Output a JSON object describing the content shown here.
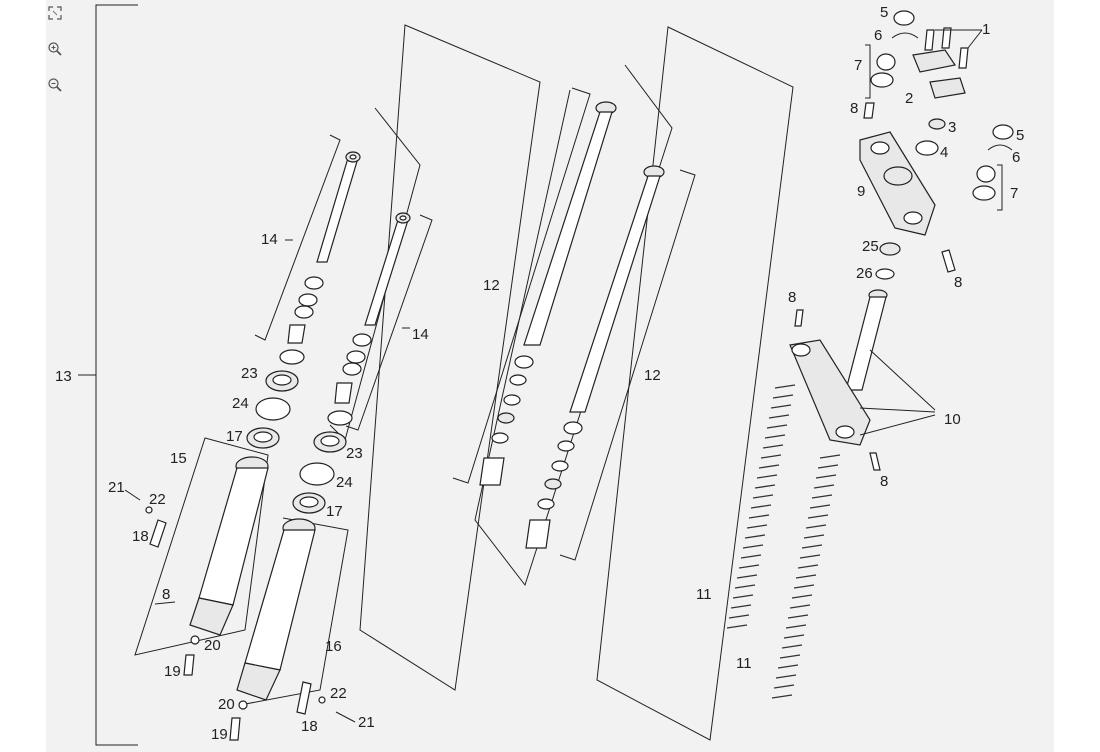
{
  "toolbar": {
    "tools": [
      {
        "name": "fullscreen-icon"
      },
      {
        "name": "zoom-in-icon"
      },
      {
        "name": "zoom-out-icon"
      }
    ]
  },
  "labels": {
    "l1": "1",
    "l2": "2",
    "l3": "3",
    "l4": "4",
    "l5": "5",
    "l6": "6",
    "l7": "7",
    "l8": "8",
    "l9": "9",
    "l10": "10",
    "l11": "11",
    "l12": "12",
    "l13": "13",
    "l14": "14",
    "l15": "15",
    "l16": "16",
    "l17": "17",
    "l18": "18",
    "l19": "19",
    "l20": "20",
    "l21": "21",
    "l22": "22",
    "l23": "23",
    "l24": "24",
    "l25": "25",
    "l26": "26"
  }
}
